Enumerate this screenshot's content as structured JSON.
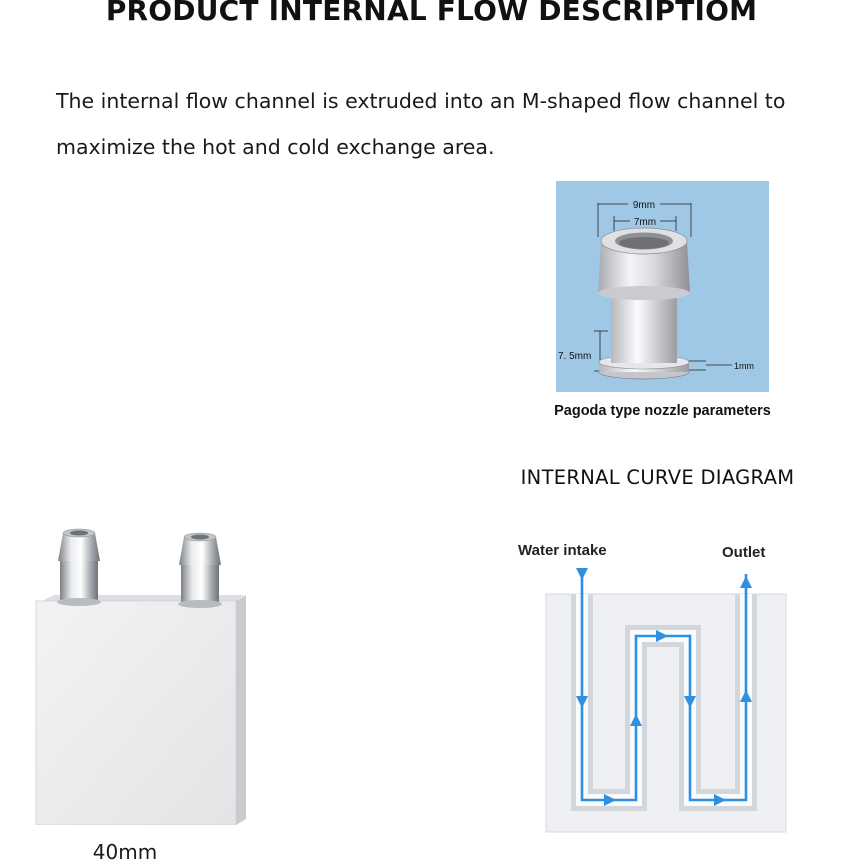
{
  "header": {
    "title": "PRODUCT INTERNAL FLOW DESCRIPTIOM"
  },
  "description": {
    "line1": "The internal flow channel is extruded into an M-shaped flow channel to",
    "line2": "maximize the hot and cold exchange area."
  },
  "nozzle": {
    "dim_outer": "9mm",
    "dim_inner": "7mm",
    "dim_height": "7. 5mm",
    "dim_flange": "1mm",
    "caption": "Pagoda type nozzle parameters",
    "background_color": "#9fc8e6"
  },
  "curve_diagram": {
    "title": "INTERNAL CURVE DIAGRAM",
    "intake_label": "Water intake",
    "outlet_label": "Outlet",
    "arrow_color": "#2f8fe0"
  },
  "block": {
    "width_label": "40mm"
  }
}
